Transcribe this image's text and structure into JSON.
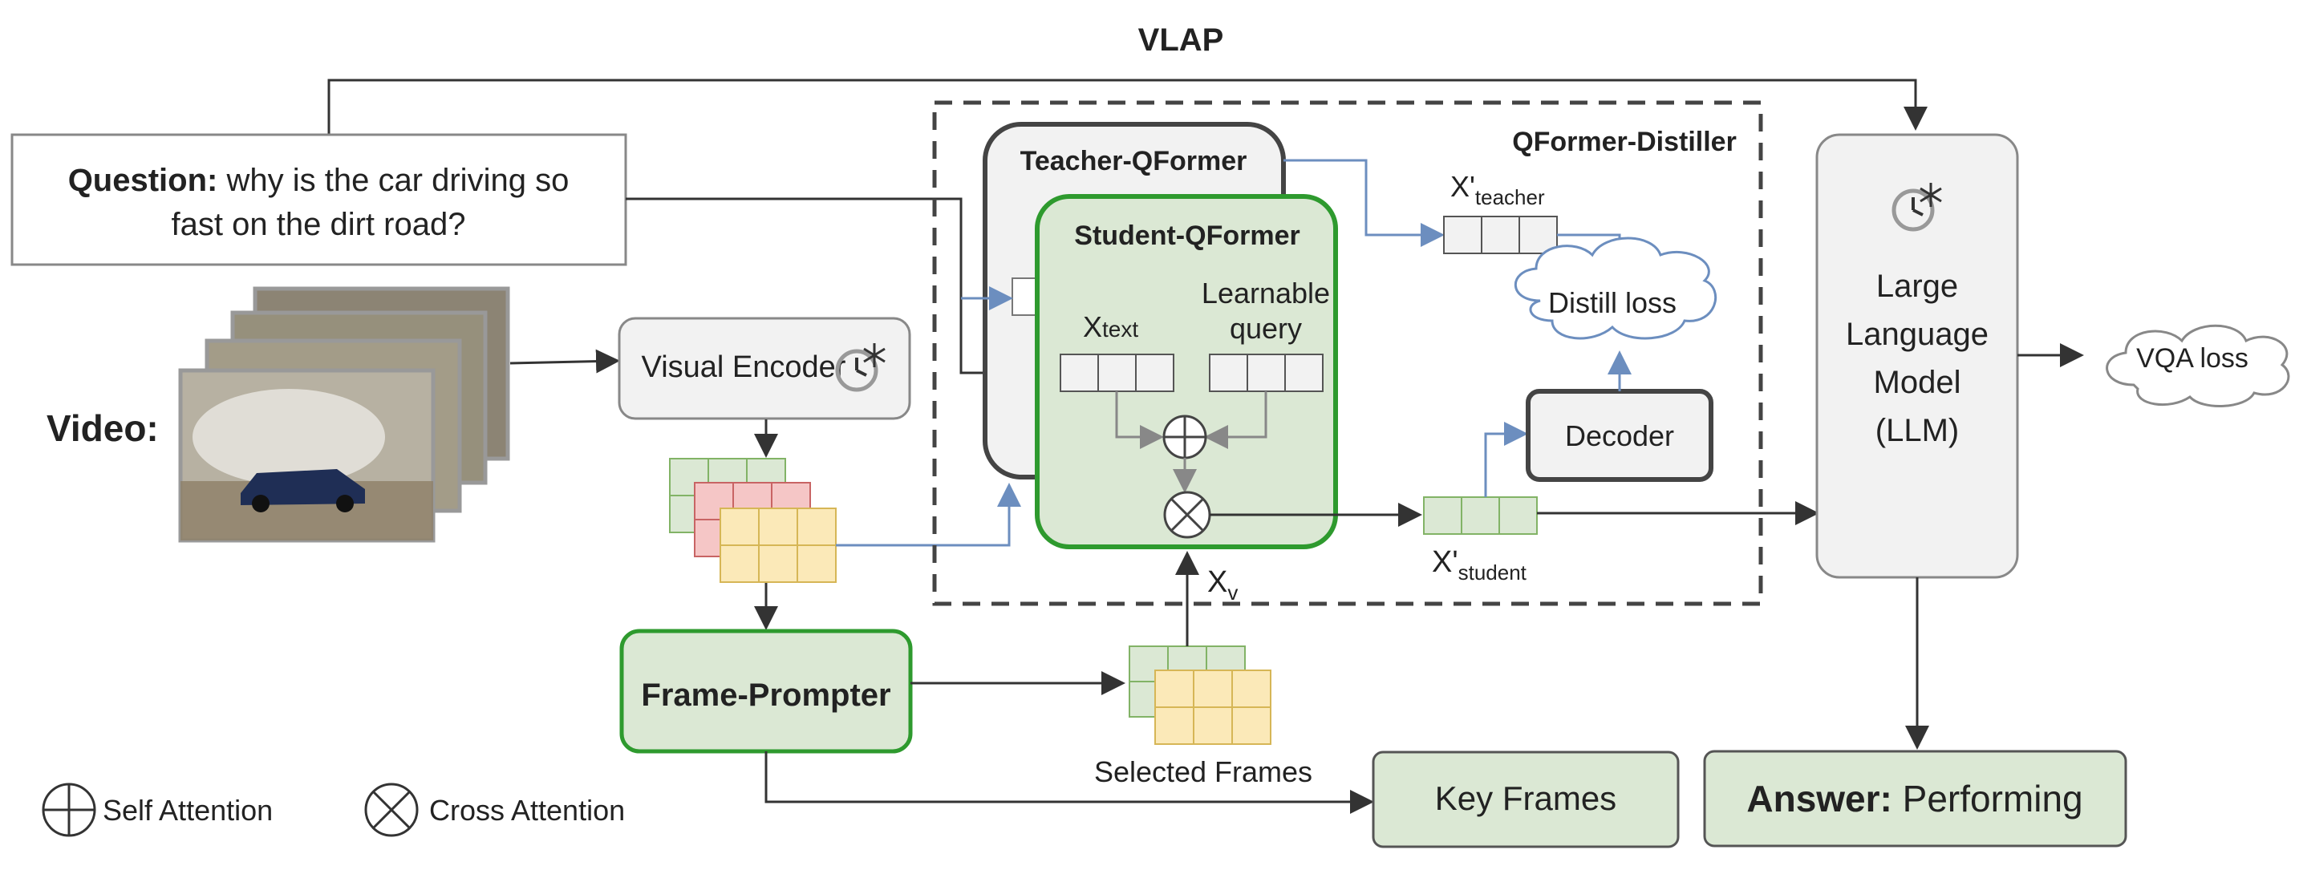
{
  "title": "VLAP",
  "question": {
    "label": "Question:",
    "line1": " why is the car driving so",
    "line2": "fast on the dirt road?"
  },
  "video_label": "Video:",
  "visual_encoder": "Visual Encoder",
  "frame_prompter": "Frame-Prompter",
  "selected_frames": "Selected Frames",
  "key_frames": "Key Frames",
  "distiller_title": "QFormer-Distiller",
  "teacher": "Teacher-QFormer",
  "student": "Student-QFormer",
  "x_text": {
    "base": "X",
    "sub": "text"
  },
  "learnable_query": {
    "line1": "Learnable",
    "line2": "query"
  },
  "x_v": {
    "base": "X",
    "sub": "v"
  },
  "x_teacher": {
    "base": "X'",
    "sub": "teacher"
  },
  "x_student": {
    "base": "X'",
    "sub": "student"
  },
  "distill_loss": "Distill loss",
  "decoder": "Decoder",
  "llm": {
    "line1": "Large",
    "line2": "Language",
    "line3": "Model",
    "line4": "(LLM)"
  },
  "vqa_loss": "VQA loss",
  "answer": {
    "label": "Answer:",
    "value": " Performing"
  },
  "legend": {
    "self_attention": "Self Attention",
    "cross_attention": "Cross Attention"
  },
  "icons": [
    "frozen-icon",
    "self-attention-icon",
    "cross-attention-icon"
  ],
  "colors": {
    "green_fill": "#dbe8d4",
    "green_border": "#2e9a2e",
    "gray_fill": "#f2f2f2",
    "blue_arrow": "#6c8ebf",
    "red_grid": "#f5c6c6",
    "yellow_grid": "#fbe9b8"
  }
}
